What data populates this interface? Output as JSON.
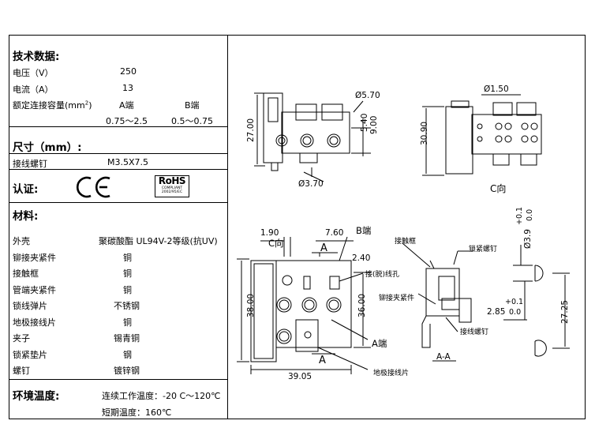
{
  "tech": {
    "heading": "技术数据:",
    "voltage_label": "电压（V）",
    "voltage_value": "250",
    "current_label": "电流（A）",
    "current_value": "13",
    "capacity_label": "额定连接容量(mm",
    "capacity_sup": "2",
    "capacity_close": ")",
    "a_end": "A端",
    "b_end": "B端",
    "a_range": "0.75～2.5",
    "b_range": "0.5～0.75"
  },
  "size": {
    "heading": "尺寸（mm）:",
    "screw_label": "接线螺钉",
    "screw_value": "M3.5X7.5"
  },
  "cert": {
    "heading": "认证:",
    "ce": "CE",
    "rohs_main": "RoHS",
    "rohs_sub1": "COMPLIANT",
    "rohs_sub2": "2002/95/EC"
  },
  "material": {
    "heading": "材料:",
    "rows": [
      {
        "label": "外壳",
        "value": "聚碳酸酯 UL94V-2等级(抗UV)"
      },
      {
        "label": "铆接夹紧件",
        "value": "铜"
      },
      {
        "label": "接触框",
        "value": "铜"
      },
      {
        "label": "管端夹紧件",
        "value": "铜"
      },
      {
        "label": "锁线弹片",
        "value": "不锈钢"
      },
      {
        "label": "地极接线片",
        "value": "铜"
      },
      {
        "label": "夹子",
        "value": "锡青铜"
      },
      {
        "label": "锁紧垫片",
        "value": "钢"
      },
      {
        "label": "螺钉",
        "value": "镀锌钢"
      }
    ]
  },
  "env": {
    "heading": "环境温度:",
    "work_temp": "连续工作温度：-20 C～120℃",
    "short_temp": "短期温度：160℃"
  },
  "drawing": {
    "front": {
      "d1": "Ø5.70",
      "d2": "5.40",
      "d3": "9.00",
      "d4": "27.00",
      "d5": "Ø3.70"
    },
    "side": {
      "d1": "Ø1.50",
      "d2": "30.90",
      "view": "C向"
    },
    "top": {
      "d1": "1.90",
      "d2": "7.60",
      "b_end": "B端",
      "c_dir": "C向",
      "sec_a": "A",
      "sec_a2": "A",
      "d3": "2.40",
      "d4": "38.00",
      "d5": "36.00",
      "d6": "39.05",
      "a_end": "A端",
      "hole": "接(脱)线孔"
    },
    "section": {
      "contact_frame": "接触框",
      "lock_screw": "锁紧螺钉",
      "rivet": "铆接夹紧件",
      "wire_screw": "接线螺钉",
      "ground": "地极接线片",
      "label": "A-A"
    },
    "pin": {
      "tol_plus": "+0.1",
      "tol_zero": "0.0",
      "dia": "Ø3.9",
      "tol2_plus": "+0.1",
      "tol2_zero": "0.0",
      "d1": "2.85",
      "d2": "27.25"
    }
  }
}
